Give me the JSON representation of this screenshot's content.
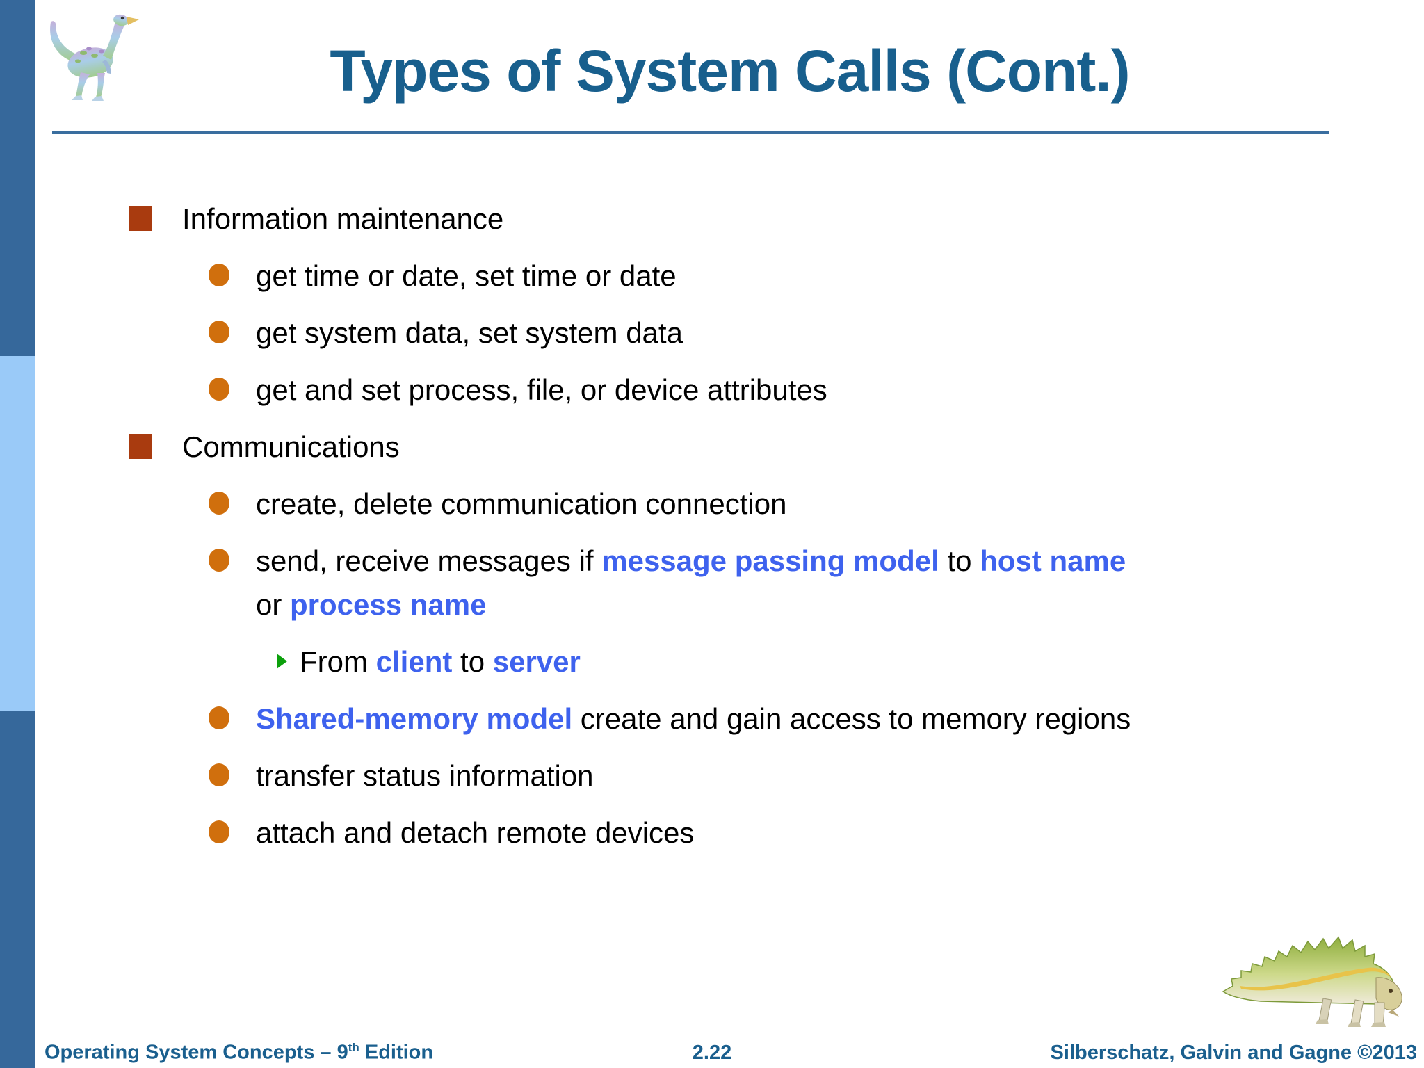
{
  "slide": {
    "title": "Types of System Calls (Cont.)",
    "page_number": "2.22",
    "footer_left": {
      "main": "Operating System Concepts – 9",
      "sup": "th",
      "end": " Edition"
    },
    "footer_right": "Silberschatz, Galvin and Gagne ©2013"
  },
  "icons": {
    "top_left": "dinosaur-logo",
    "bottom_right": "dinosaur-logo",
    "level1_bullet": "square-bullet",
    "level2_bullet": "dot-bullet",
    "level3_bullet": "arrow-bullet"
  },
  "colors": {
    "title_blue": "#185F8D",
    "rule_blue": "#3A6E9F",
    "sidebar_dark": "#36689B",
    "sidebar_light": "#9ACAF8",
    "emphasis_blue": "#3E62EE",
    "bullet_square_red": "#A93B0F",
    "bullet_dot_orange": "#D06F0D",
    "arrow_green": "#0CA00C",
    "body_text": "#000000"
  },
  "bullets": [
    {
      "level": 1,
      "segments": [
        {
          "t": "Information maintenance",
          "em": false
        }
      ]
    },
    {
      "level": 2,
      "segments": [
        {
          "t": "get time or date, set time or date",
          "em": false
        }
      ]
    },
    {
      "level": 2,
      "segments": [
        {
          "t": "get system data, set system data",
          "em": false
        }
      ]
    },
    {
      "level": 2,
      "segments": [
        {
          "t": "get and set process, file, or device attributes",
          "em": false
        }
      ]
    },
    {
      "level": 1,
      "segments": [
        {
          "t": "Communications",
          "em": false
        }
      ]
    },
    {
      "level": 2,
      "segments": [
        {
          "t": "create, delete communication connection",
          "em": false
        }
      ]
    },
    {
      "level": 2,
      "segments": [
        {
          "t": "send, receive messages if ",
          "em": false
        },
        {
          "t": "message passing model",
          "em": true
        },
        {
          "t": " to ",
          "em": false
        },
        {
          "t": "host name",
          "em": true
        },
        {
          "t": " or ",
          "em": false
        },
        {
          "t": "process name",
          "em": true
        }
      ]
    },
    {
      "level": 3,
      "segments": [
        {
          "t": "From ",
          "em": false
        },
        {
          "t": "client",
          "em": true
        },
        {
          "t": " to ",
          "em": false
        },
        {
          "t": "server",
          "em": true
        }
      ]
    },
    {
      "level": 2,
      "segments": [
        {
          "t": "Shared-memory model",
          "em": true
        },
        {
          "t": " create and gain access to memory regions",
          "em": false
        }
      ]
    },
    {
      "level": 2,
      "segments": [
        {
          "t": "transfer status information",
          "em": false
        }
      ]
    },
    {
      "level": 2,
      "segments": [
        {
          "t": "attach and detach remote devices",
          "em": false
        }
      ]
    }
  ]
}
